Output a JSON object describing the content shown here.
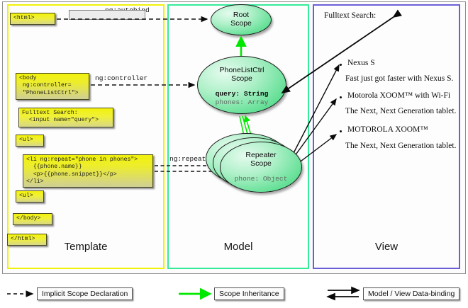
{
  "diagram": {
    "columns": [
      {
        "key": "template",
        "label": "Template",
        "border_color": "#f2f209"
      },
      {
        "key": "model",
        "label": "Model",
        "border_color": "#35eb9a"
      },
      {
        "key": "view",
        "label": "View",
        "border_color": "#6b5fd8"
      }
    ]
  },
  "template": {
    "boxes": [
      {
        "id": "html-open",
        "text": "<html>"
      },
      {
        "id": "body-open",
        "text": "<body\n ng:controller=\n \"PhoneListCtrl\">"
      },
      {
        "id": "search",
        "text": "Fulltext Search:\n  <input name=\"query\">"
      },
      {
        "id": "ul-open",
        "text": "<ul>"
      },
      {
        "id": "li-repeat",
        "text": "<li ng:repeat=\"phone in phones\">\n  {{phone.name}}\n  <p>{{phone.snippet}}</p>\n</li>"
      },
      {
        "id": "ul-close",
        "text": "<ul>"
      },
      {
        "id": "body-close",
        "text": "</body>"
      },
      {
        "id": "html-close",
        "text": "</html>"
      }
    ]
  },
  "connectors": {
    "autobind": "ng:autobind",
    "controller": "ng:controller",
    "repeat": "ng:repeat"
  },
  "model": {
    "scopes": [
      {
        "id": "root",
        "title_line1": "Root",
        "title_line2": "Scope",
        "props": []
      },
      {
        "id": "ctrl",
        "title_line1": "PhoneListCtrl",
        "title_line2": "Scope",
        "props": [
          {
            "text": "query: String",
            "style": "bold"
          },
          {
            "text": "phones: Array",
            "style": "dim"
          }
        ]
      },
      {
        "id": "repeater",
        "title_line1": "Repeater",
        "title_line2": "Scope",
        "props": [
          {
            "text": "phone: Object",
            "style": "dim"
          }
        ]
      }
    ]
  },
  "view": {
    "search_label": "Fulltext Search:",
    "search_value": "",
    "phones": [
      {
        "name": "Nexus S",
        "snippet": "Fast just got faster with Nexus S."
      },
      {
        "name": "Motorola XOOM™  with Wi-Fi",
        "snippet": "The Next, Next Generation tablet."
      },
      {
        "name": "MOTOROLA XOOM™",
        "snippet": "The Next, Next Generation tablet."
      }
    ]
  },
  "legend": {
    "items": [
      {
        "id": "implicit",
        "label": "Implicit Scope Declaration",
        "arrow": "dashed-black"
      },
      {
        "id": "inheritance",
        "label": "Scope Inheritance",
        "arrow": "solid-green"
      },
      {
        "id": "databinding",
        "label": "Model / View Data-binding",
        "arrow": "double-black"
      }
    ]
  },
  "colors": {
    "template_border": "#f2f209",
    "model_border": "#35eb9a",
    "view_border": "#6b5fd8",
    "scope_green": "#5fdf93",
    "inheritance_green": "#00e800",
    "code_yellow": "#f2f20c"
  }
}
